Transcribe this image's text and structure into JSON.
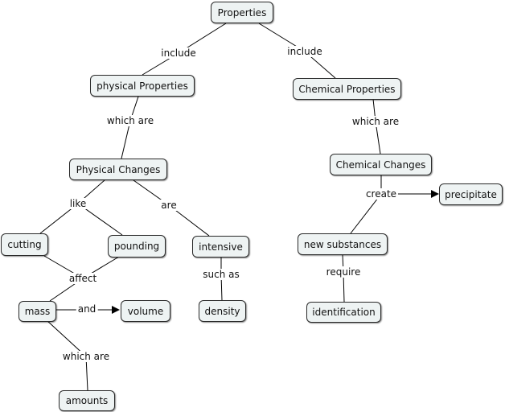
{
  "nodes": {
    "properties": "Properties",
    "physical_properties": "physical Properties",
    "chemical_properties": "Chemical Properties",
    "physical_changes": "Physical Changes",
    "chemical_changes": "Chemical Changes",
    "precipitate": "precipitate",
    "cutting": "cutting",
    "pounding": "pounding",
    "intensive": "intensive",
    "new_substances": "new substances",
    "mass": "mass",
    "volume": "volume",
    "density": "density",
    "identification": "identification",
    "amounts": "amounts"
  },
  "links": {
    "include_left": "include",
    "include_right": "include",
    "which_are_physical": "which are",
    "which_are_chemical": "which are",
    "like": "like",
    "are": "are",
    "create": "create",
    "affect": "affect",
    "such_as": "such as",
    "require": "require",
    "and": "and",
    "which_are_mass": "which are"
  }
}
